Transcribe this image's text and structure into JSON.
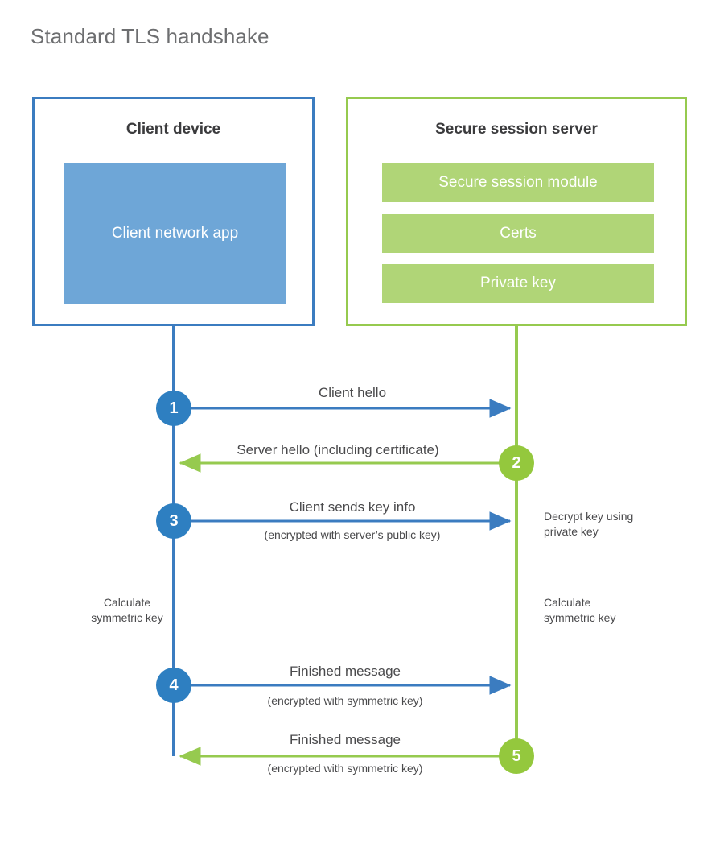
{
  "title": "Standard TLS handshake",
  "colors": {
    "client_accent": "#3b7cc0",
    "client_fill": "#6ea6d7",
    "client_circle": "#2e7fc1",
    "server_accent": "#96ca4f",
    "server_fill": "#b0d577",
    "server_circle": "#94c83d",
    "text": "#4a4a4c",
    "title_text": "#6d6e70",
    "background": "#ffffff"
  },
  "participants": {
    "client": {
      "title": "Client device",
      "app_label": "Client network app"
    },
    "server": {
      "title": "Secure session server",
      "modules": [
        {
          "label": "Secure session module"
        },
        {
          "label": "Certs"
        },
        {
          "label": "Private key"
        }
      ]
    }
  },
  "steps": [
    {
      "number": "1",
      "origin": "client",
      "direction": "client-to-server",
      "label": "Client hello",
      "sublabel": ""
    },
    {
      "number": "2",
      "origin": "server",
      "direction": "server-to-client",
      "label": "Server hello (including certificate)",
      "sublabel": ""
    },
    {
      "number": "3",
      "origin": "client",
      "direction": "client-to-server",
      "label": "Client sends key info",
      "sublabel": "(encrypted with server’s public key)"
    },
    {
      "number": "4",
      "origin": "client",
      "direction": "client-to-server",
      "label": "Finished message",
      "sublabel": "(encrypted with symmetric key)"
    },
    {
      "number": "5",
      "origin": "server",
      "direction": "server-to-client",
      "label": "Finished message",
      "sublabel": "(encrypted with symmetric key)"
    }
  ],
  "annotations": {
    "server_decrypt": "Decrypt key using\nprivate key",
    "client_calculate": "Calculate\nsymmetric key",
    "server_calculate": "Calculate\nsymmetric key"
  }
}
